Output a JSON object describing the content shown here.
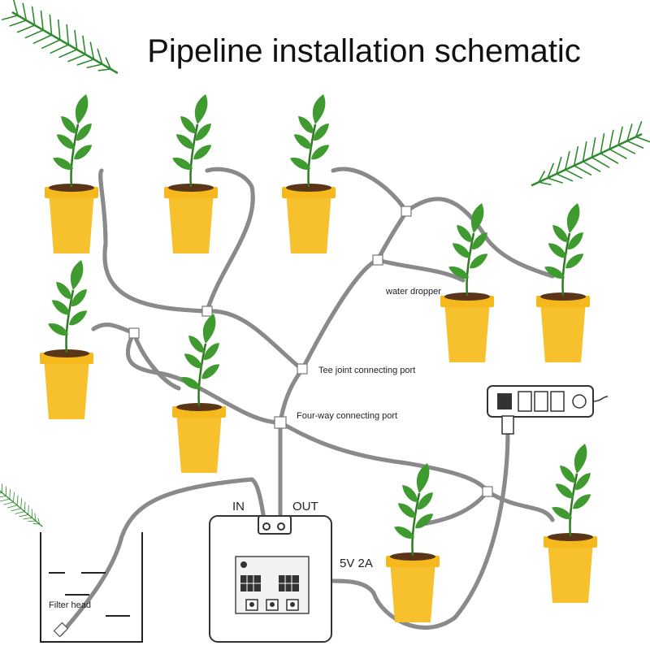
{
  "title": "Pipeline installation schematic",
  "labels": {
    "water_dropper": "water dropper",
    "tee_joint": "Tee joint connecting port",
    "four_way": "Four-way connecting port",
    "filter_head": "Filter head",
    "power": "5V 2A"
  },
  "pump": {
    "in_label": "IN",
    "out_label": "OUT"
  },
  "colors": {
    "pot": "#f7c12e",
    "pot_rim": "#f5b91e",
    "soil": "#5a3518",
    "leaf": "#3f9b2f",
    "stem": "#2f7a22",
    "pine": "#2d8a2d",
    "tube": "#8a8a8a"
  },
  "icons": {
    "pump": "pump-controller-icon",
    "power_strip": "power-strip-icon",
    "water_container": "water-container-icon",
    "plant": "potted-plant-icon",
    "pine": "pine-branch-icon"
  }
}
